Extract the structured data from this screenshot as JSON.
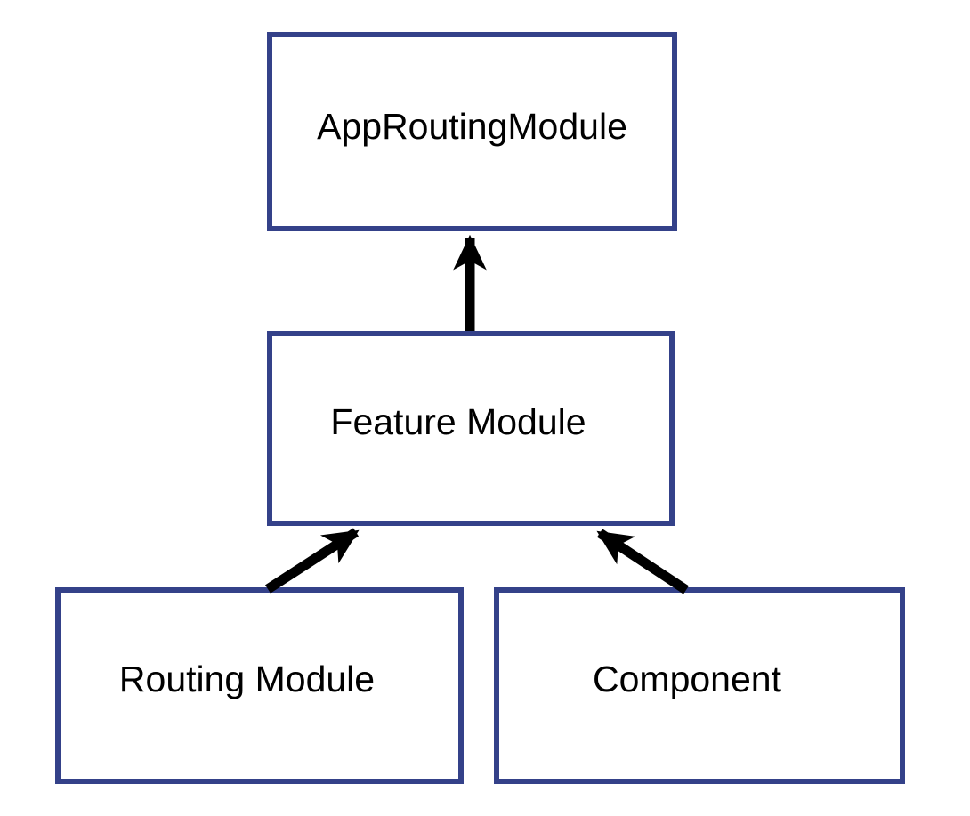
{
  "diagram": {
    "nodes": [
      {
        "id": "app-routing-module",
        "label": "AppRoutingModule"
      },
      {
        "id": "feature-module",
        "label": "Feature Module"
      },
      {
        "id": "routing-module",
        "label": "Routing Module"
      },
      {
        "id": "component",
        "label": "Component"
      }
    ],
    "edges": [
      {
        "from": "feature-module",
        "to": "app-routing-module",
        "direction": "up"
      },
      {
        "from": "routing-module",
        "to": "feature-module",
        "direction": "up-right"
      },
      {
        "from": "component",
        "to": "feature-module",
        "direction": "up-left"
      }
    ],
    "colors": {
      "box_border": "#344189",
      "arrow": "#000000",
      "background": "#ffffff",
      "text": "#000000"
    }
  }
}
